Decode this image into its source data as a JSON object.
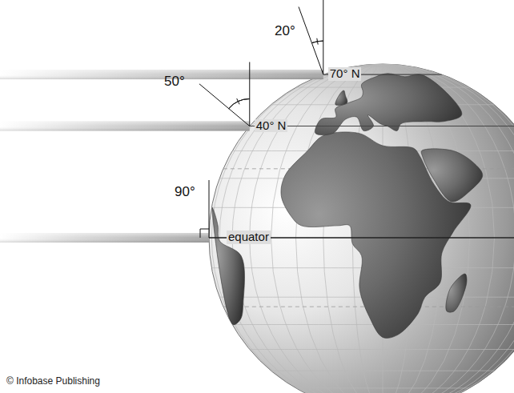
{
  "diagram": {
    "labels": [
      "20°",
      "50°",
      "70° N",
      "40° N",
      "90°",
      "equator",
      "© Infobase Publishing"
    ]
  }
}
